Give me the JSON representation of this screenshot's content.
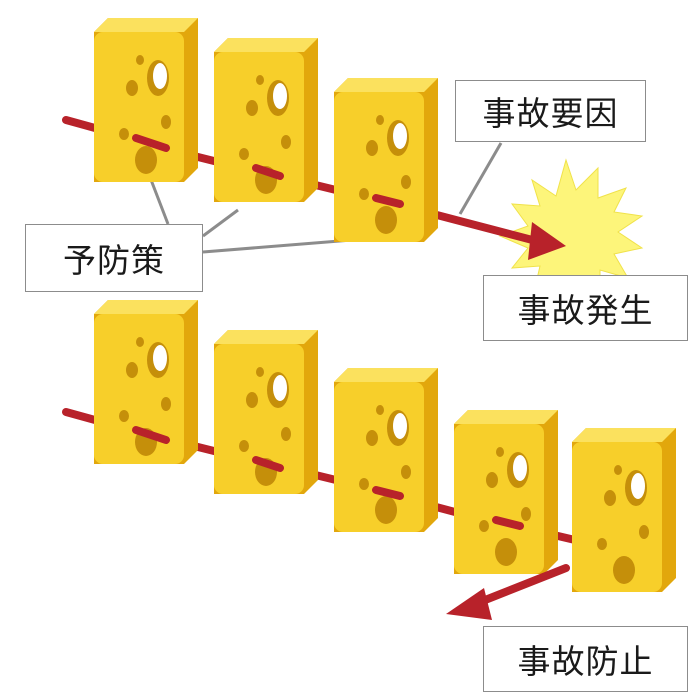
{
  "labels": {
    "prevention": "予防策",
    "cause": "事故要因",
    "occurrence": "事故発生",
    "prevented": "事故防止"
  },
  "colors": {
    "cheese_face": "#f7cf2a",
    "cheese_side": "#e2a70c",
    "cheese_top": "#fbe15e",
    "hole": "#c58f0a",
    "arrow": "#b8222a",
    "burst": "#fdf57a",
    "leader": "#8c8c8c"
  },
  "scenes": {
    "top": {
      "slices": 3,
      "outcome": "occurrence"
    },
    "bottom": {
      "slices": 5,
      "outcome": "prevented"
    }
  }
}
